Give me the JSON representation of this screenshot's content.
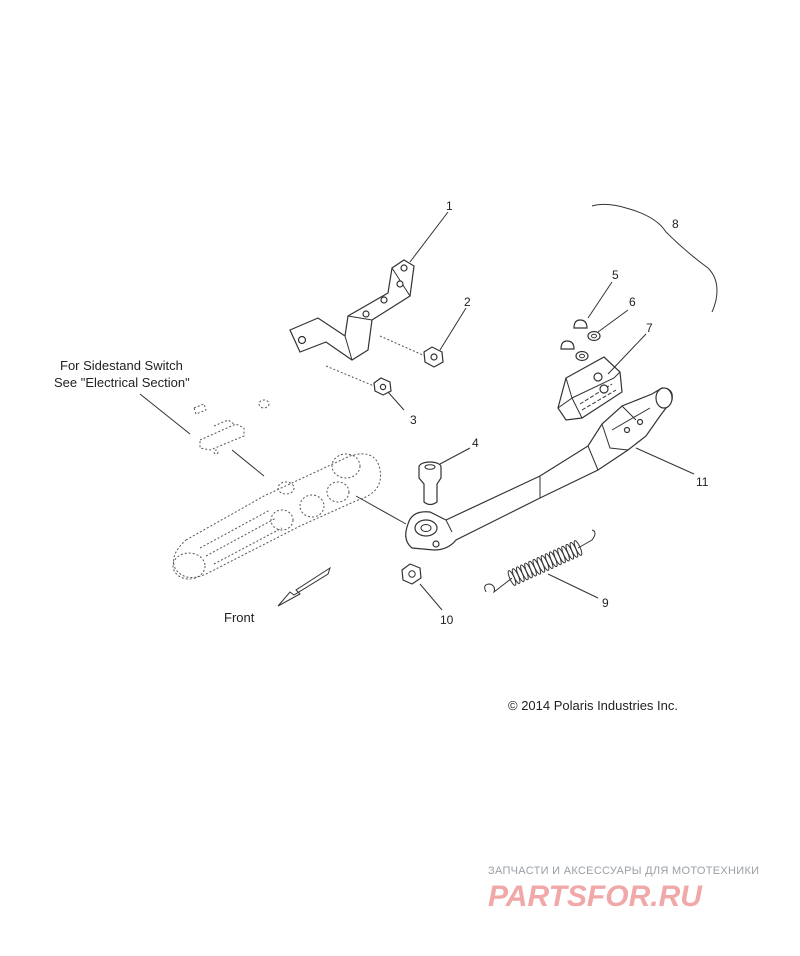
{
  "callouts": [
    {
      "id": "1",
      "text": "1"
    },
    {
      "id": "2",
      "text": "2"
    },
    {
      "id": "3",
      "text": "3"
    },
    {
      "id": "4",
      "text": "4"
    },
    {
      "id": "5",
      "text": "5"
    },
    {
      "id": "6",
      "text": "6"
    },
    {
      "id": "7",
      "text": "7"
    },
    {
      "id": "8",
      "text": "8"
    },
    {
      "id": "9",
      "text": "9"
    },
    {
      "id": "10",
      "text": "10"
    },
    {
      "id": "11",
      "text": "11"
    }
  ],
  "note": {
    "line1": "For Sidestand Switch",
    "line2": "See \"Electrical Section\""
  },
  "direction_label": "Front",
  "copyright": "© 2014 Polaris Industries Inc.",
  "watermark": {
    "subtitle": "ЗАПЧАСТИ И АКСЕССУАРЫ ДЛЯ МОТОТЕХНИКИ",
    "logo": "PARTSFOR.RU"
  }
}
